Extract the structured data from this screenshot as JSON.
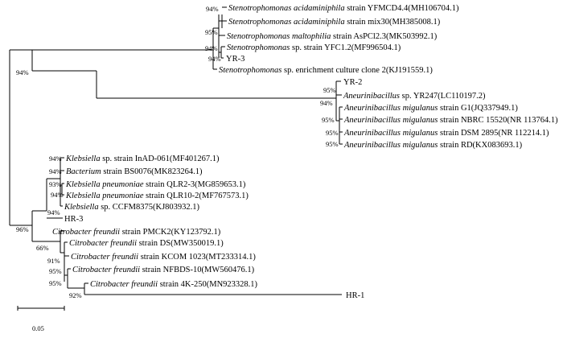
{
  "figure": {
    "scale_value": "0.05",
    "clades": [
      {
        "support": "94%",
        "groups": [
          {
            "taxa": [
              {
                "genus": "Stenotrophomonas acidaminiphila",
                "rest": " strain YFMCD4.4(MH106704.1)"
              },
              {
                "genus": "Stenotrophomonas acidaminiphila",
                "rest": " strain mix30(MH385008.1)"
              },
              {
                "genus": "Stenotrophomonas maltophilia",
                "rest": " strain AsPCl2.3(MK503992.1)"
              },
              {
                "genus": "Stenotrophomonas",
                "rest": " sp. strain YFC1.2(MF996504.1)"
              },
              {
                "genus": "",
                "rest": "YR-3"
              },
              {
                "genus": "Stenotrophomonas",
                "rest": " sp. enrichment culture clone 2(KJ191559.1)"
              }
            ],
            "supports": [
              "94%",
              "95%",
              "94%",
              "94%"
            ]
          },
          {
            "taxa": [
              {
                "genus": "",
                "rest": "YR-2"
              },
              {
                "genus": "Aneurinibacillus",
                "rest": " sp. YR247(LC110197.2)"
              },
              {
                "genus": "Aneurinibacillus migulanus",
                "rest": " strain G1(JQ337949.1)"
              },
              {
                "genus": "Aneurinibacillus migulanus",
                "rest": " strain NBRC 15520(NR 113764.1)"
              },
              {
                "genus": "Aneurinibacillus migulanus",
                "rest": " strain DSM 2895(NR 112214.1)"
              },
              {
                "genus": "Aneurinibacillus migulanus",
                "rest": " strain RD(KX083693.1)"
              }
            ],
            "supports": [
              "95%",
              "94%",
              "95%",
              "95%",
              "95%"
            ]
          }
        ]
      },
      {
        "support": "96%",
        "groups": [
          {
            "taxa": [
              {
                "genus": "Klebsiella",
                "rest": " sp. strain InAD-061(MF401267.1)"
              },
              {
                "genus": "Bacterium",
                "rest": " strain BS0076(MK823264.1)"
              },
              {
                "genus": "Klebsiella pneumoniae",
                "rest": " strain QLR2-3(MG859653.1)"
              },
              {
                "genus": "Klebsiella pneumoniae",
                "rest": " strain QLR10-2(MF767573.1)"
              },
              {
                "genus": "Klebsiella",
                "rest": " sp. CCFM8375(KJ803932.1)"
              },
              {
                "genus": "",
                "rest": "HR-3"
              }
            ],
            "supports": [
              "94%",
              "94%",
              "93%",
              "94%",
              "94%"
            ]
          },
          {
            "taxa": [
              {
                "genus": "Citrobacter freundii",
                "rest": " strain PMCK2(KY123792.1)"
              },
              {
                "genus": "Citrobacter freundii",
                "rest": " strain DS(MW350019.1)"
              },
              {
                "genus": "Citrobacter freundii",
                "rest": " strain KCOM 1023(MT233314.1)"
              },
              {
                "genus": "Citrobacter freundii",
                "rest": " strain NFBDS-10(MW560476.1)"
              },
              {
                "genus": "Citrobacter freundii",
                "rest": " strain 4K-250(MN923328.1)"
              },
              {
                "genus": "",
                "rest": "HR-1"
              }
            ],
            "supports": [
              "66%",
              "91%",
              "95%",
              "95%",
              "92%"
            ]
          }
        ]
      }
    ]
  }
}
